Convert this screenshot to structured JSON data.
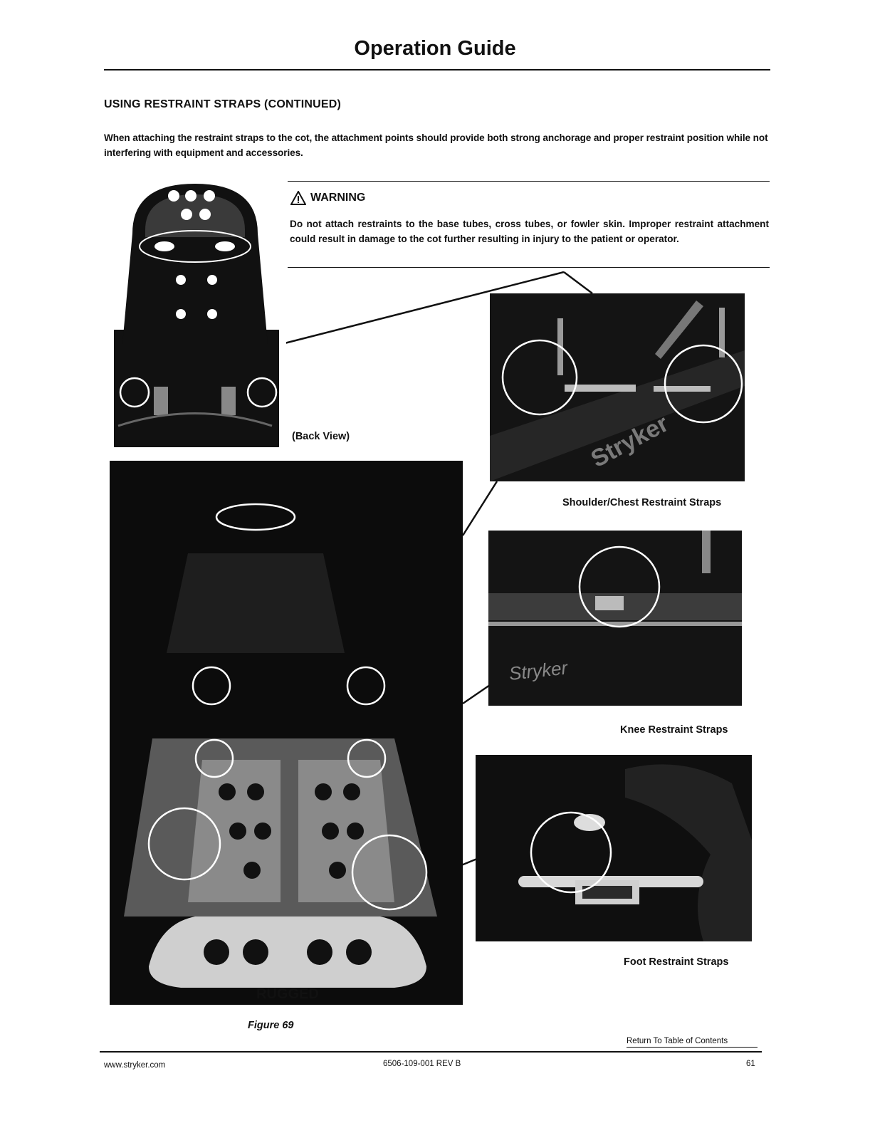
{
  "header": {
    "title": "Operation Guide"
  },
  "section": {
    "heading": "USING RESTRAINT STRAPS (CONTINUED)",
    "intro": "When attaching the restraint straps to the cot, the attachment points should provide both strong anchorage and proper restraint position while not interfering with equipment and accessories."
  },
  "warning": {
    "title": "WARNING",
    "text": "Do not attach restraints to the base tubes, cross tubes, or fowler skin.  Improper restraint attachment could result in damage to the cot further resulting in injury to the patient or operator."
  },
  "figure": {
    "back_view_label": "(Back View)",
    "captions": {
      "shoulder": "Shoulder/Chest Restraint Straps",
      "knee": "Knee Restraint Straps",
      "foot": "Foot Restraint Straps"
    },
    "photo_texts": {
      "brand": "Stryker",
      "knee_brand": "Stryker",
      "rugged": "RUGGED"
    },
    "figure_label": "Figure 69"
  },
  "footer": {
    "return_link": "Return To Table of Contents",
    "website": "www.stryker.com",
    "doc_number": "6506-109-001 REV B",
    "page_number": "61"
  }
}
